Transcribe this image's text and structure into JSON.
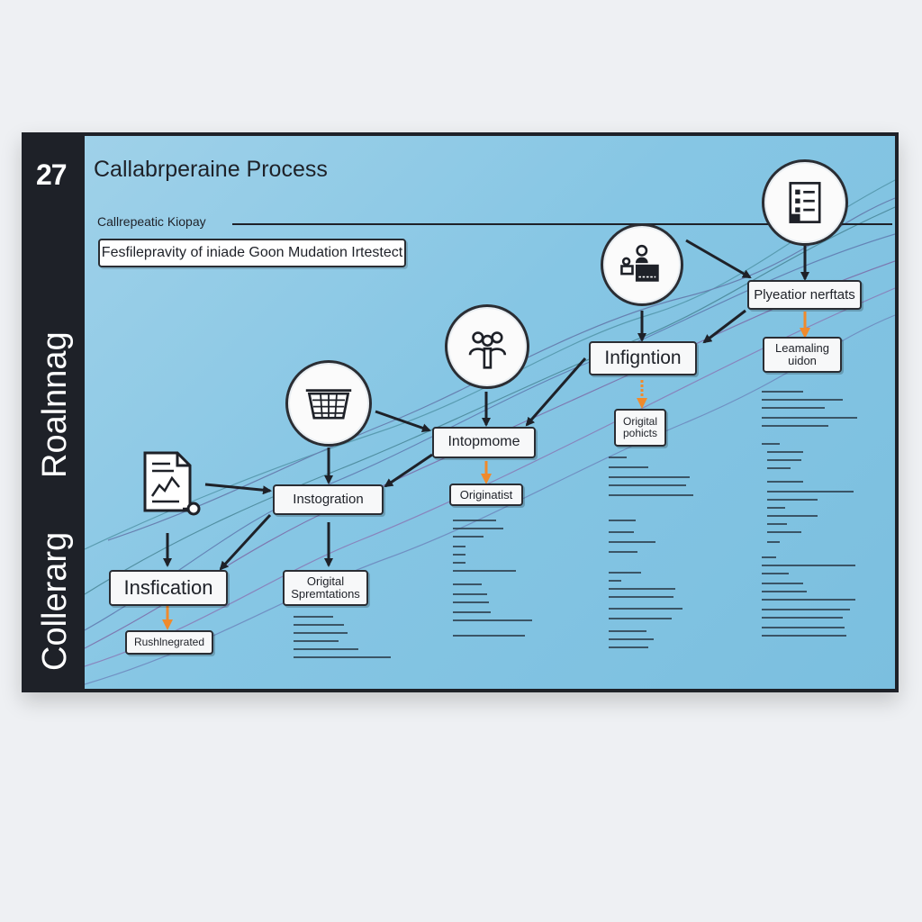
{
  "sidebar": {
    "number": "27",
    "vertical_upper": "Roalnnag",
    "vertical_lower": "Collerarg"
  },
  "header": {
    "title": "Callabrperaine Process",
    "subtitle": "Callrepeatic Kiopay",
    "callout": "Fesfilepravity of iniade Goon Mudation Irtestect"
  },
  "nodes": {
    "insfication": "Insfication",
    "rushlnegrated": "Rushlnegrated",
    "instogration": "Instogration",
    "original_spremtations": "Origital Spremtations",
    "intopmome": "Intopmome",
    "originatist": "Originatist",
    "infigntion": "Infigntion",
    "origital_pohicts": "Origital pohicts",
    "plyeatior_nerftats": "Plyeatior nerftats",
    "leamaling_uidon": "Leamaling uidon"
  },
  "icons": {
    "document": "document-chart-icon",
    "basket": "shopping-basket-icon",
    "people": "people-group-icon",
    "team": "team-workstation-icon",
    "checklist": "checklist-icon"
  },
  "colors": {
    "accent": "#f08a2c",
    "sidebar": "#1e2128",
    "panel": "#86c6e4",
    "line": "#1e2128"
  }
}
